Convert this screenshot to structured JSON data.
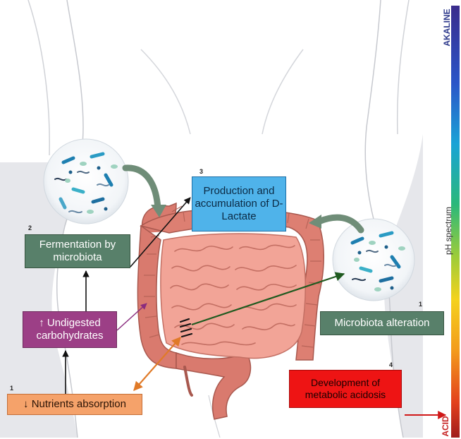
{
  "boxes": {
    "lactate": "Production and accumulation of D-Lactate",
    "fermentation": "Fermentation by microbiota",
    "undigested": "↑ Undigested carbohydrates",
    "nutrients": "↓ Nutrients absorption",
    "microbiota_alteration": "Microbiota alteration",
    "acidosis": "Development of metabolic acidosis"
  },
  "step_numbers": {
    "lactate": "3",
    "fermentation": "2",
    "nutrients": "1",
    "microbiota_alteration": "1",
    "acidosis": "4"
  },
  "ph_scale": {
    "top_label": "AKALINE",
    "middle_label": "pH spectrum",
    "bottom_label": "ACID"
  },
  "colors": {
    "lactate_box": "#4fb3ea",
    "fermentation_box": "#58806a",
    "undigested_box": "#9c3f86",
    "nutrients_box": "#f5a26a",
    "microbiota_box": "#58806a",
    "acidosis_box": "#ee1414",
    "intestine": "#e9968a",
    "body_silhouette": "#e6e7eb"
  }
}
